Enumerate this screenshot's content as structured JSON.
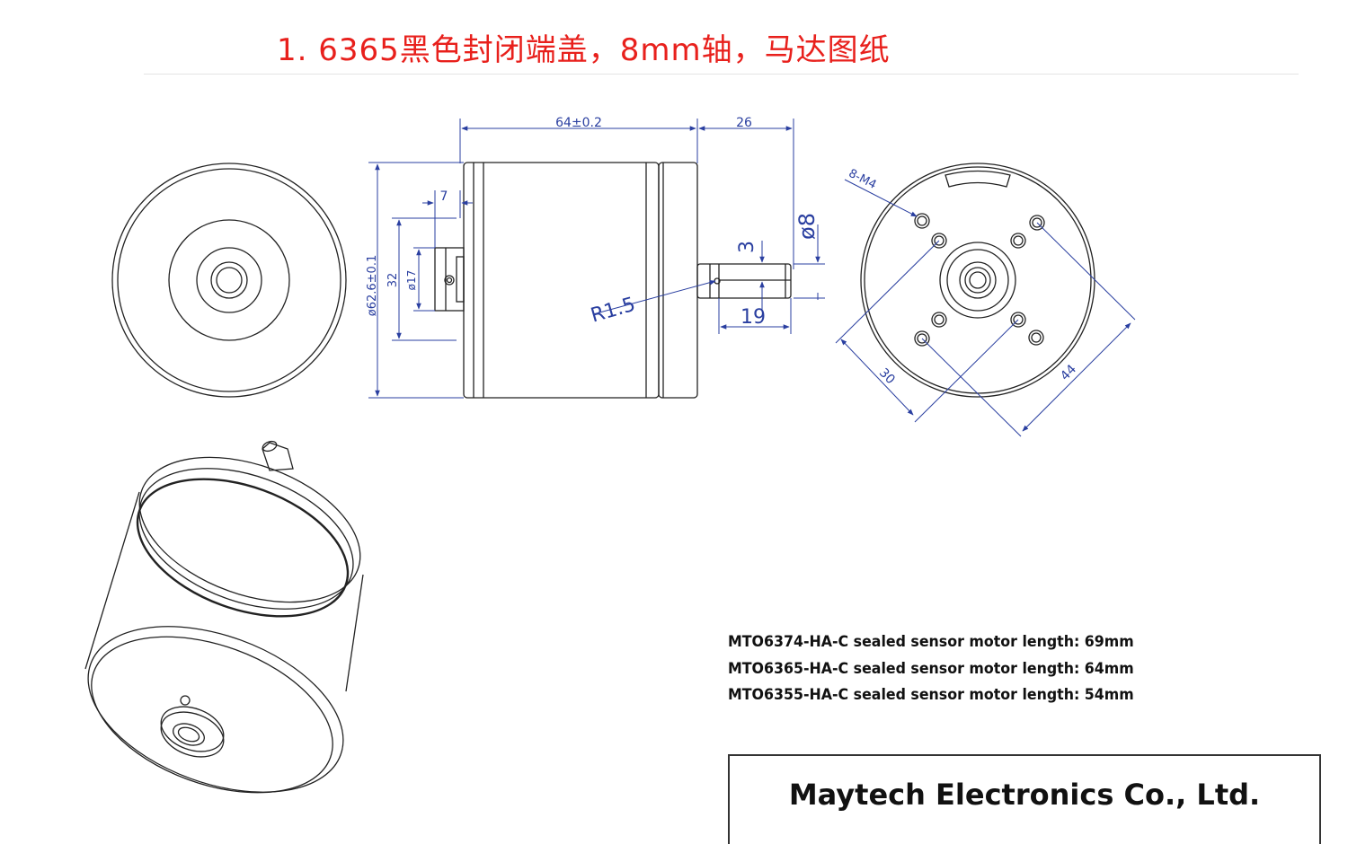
{
  "title": "1. 6365黑色封闭端盖，8mm轴，马达图纸",
  "dimensions": {
    "overall_length": "64±0.2",
    "shaft_length": "26",
    "rear_step": "7",
    "outer_diameter": "ø62.6±0.1",
    "rear_boss_height": "32",
    "rear_boss_diameter": "ø17",
    "shaft_diameter": "ø8",
    "shaft_flat": "3",
    "shaft_flat_length": "19",
    "fillet_radius": "R1.5",
    "mount_holes": "8-M4",
    "hole_spacing_inner": "30",
    "hole_spacing_outer": "44"
  },
  "specs": [
    "MTO6374-HA-C sealed sensor motor length: 69mm",
    "MTO6365-HA-C sealed sensor motor length: 64mm",
    "MTO6355-HA-C sealed sensor motor length: 54mm"
  ],
  "company": "Maytech Electronics Co., Ltd.",
  "colors": {
    "title": "#e8201c",
    "dimension": "#2a3fa0",
    "outline": "#222222"
  }
}
